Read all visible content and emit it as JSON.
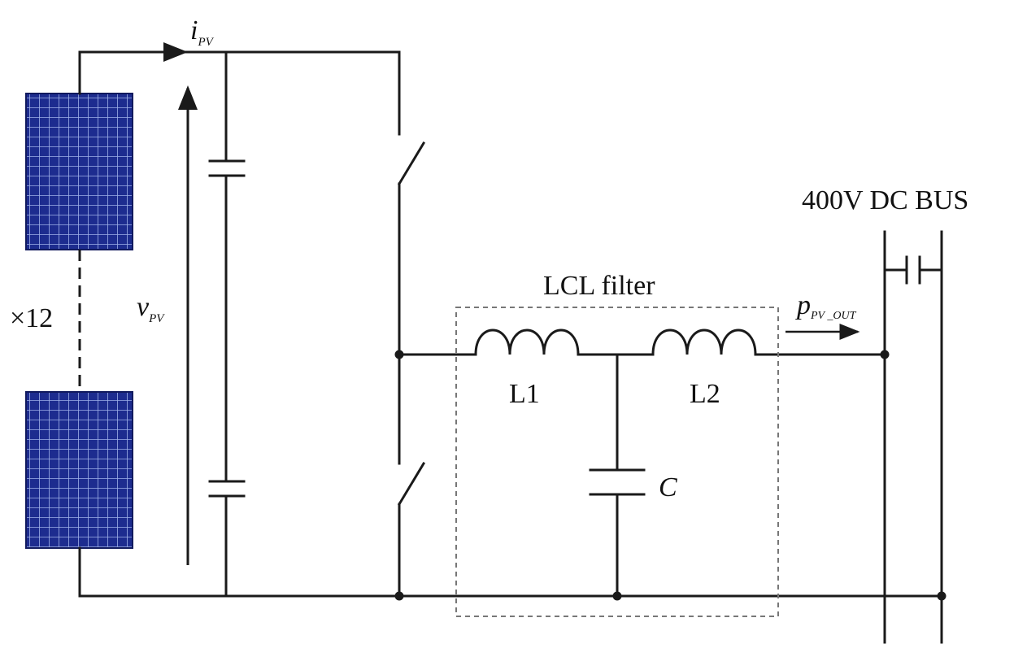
{
  "diagram": {
    "labels": {
      "current": "i",
      "current_sub": "PV",
      "voltage": "v",
      "voltage_sub": "PV",
      "count": "×12",
      "filter": "LCL filter",
      "l1": "L1",
      "l2": "L2",
      "cap": "C",
      "power": "p",
      "power_sub": "PV _OUT",
      "bus": "400V DC BUS"
    },
    "colors": {
      "wire": "#1a1a1a",
      "panel_fill": "#1d2c8f",
      "panel_grid": "#9fb0e8",
      "dashed_box": "#777777"
    }
  }
}
